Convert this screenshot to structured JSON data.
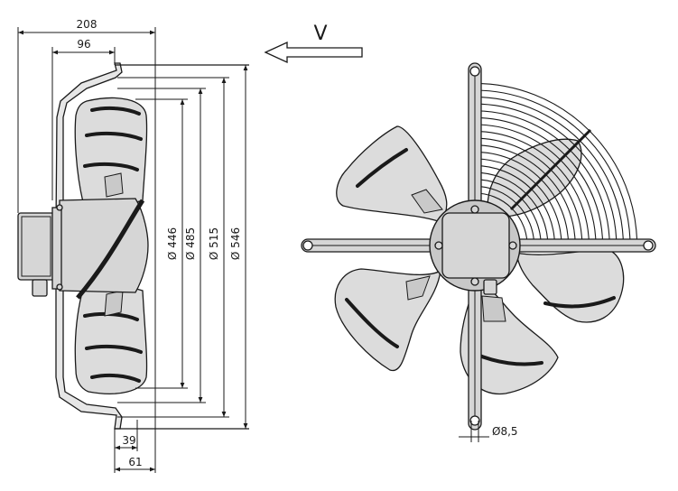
{
  "dimensions": {
    "overall_depth": "208",
    "flange_depth": "96",
    "airflow_label": "V",
    "diameters": [
      "Ø 446",
      "Ø 485",
      "Ø 515",
      "Ø 546"
    ],
    "bottom_offsets": [
      "39",
      "61"
    ],
    "hole_diameter": "Ø8,5"
  },
  "colors": {
    "line": "#1a1a1a",
    "blade_fill": "#dcdcdc",
    "metal_fill": "#d6d6d6"
  }
}
